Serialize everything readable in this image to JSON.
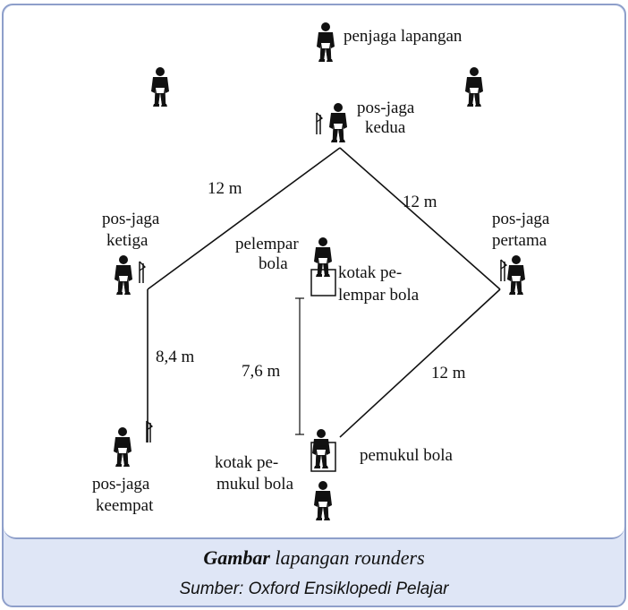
{
  "diagram": {
    "labels": {
      "penjaga_lapangan": "penjaga lapangan",
      "pos_jaga_kedua_1": "pos-jaga",
      "pos_jaga_kedua_2": "kedua",
      "pos_jaga_ketiga_1": "pos-jaga",
      "pos_jaga_ketiga_2": "ketiga",
      "pos_jaga_pertama_1": "pos-jaga",
      "pos_jaga_pertama_2": "pertama",
      "pelempar_1": "pelempar",
      "pelempar_2": "bola",
      "kotak_pelempar_1": "kotak pe-",
      "kotak_pelempar_2": "lempar bola",
      "kotak_pemukul_1": "kotak pe-",
      "kotak_pemukul_2": "mukul bola",
      "pemukul_bola": "pemukul bola",
      "pos_jaga_keempat_1": "pos-jaga",
      "pos_jaga_keempat_2": "keempat"
    },
    "distances": {
      "ketiga_kedua": "12 m",
      "kedua_pertama": "12 m",
      "pertama_pemukul": "12 m",
      "ketiga_keempat": "8,4 m",
      "pelempar_pemukul": "7,6 m"
    }
  },
  "caption": {
    "title_bold": "Gambar",
    "title_rest": " lapangan rounders",
    "source": "Sumber: Oxford Ensiklopedi Pelajar"
  }
}
